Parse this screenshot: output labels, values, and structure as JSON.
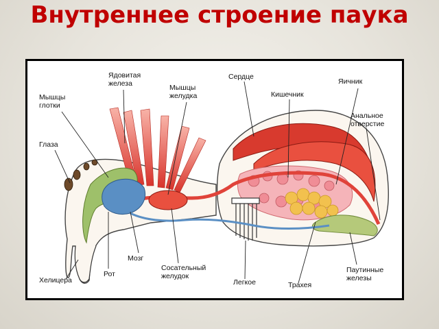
{
  "title": "Внутреннее строение паука",
  "labels": {
    "venom_gland": "Ядовитая\nжелеза",
    "pharynx_muscles": "Мышцы\nглотки",
    "stomach_muscles": "Мышцы\nжелудка",
    "heart": "Сердце",
    "intestine": "Кишечник",
    "ovary": "Яичник",
    "anus": "Анальное\nотверстие",
    "eyes": "Глаза",
    "brain": "Мозг",
    "mouth": "Рот",
    "sucking_stomach": "Сосательный\nжелудок",
    "chelicera": "Хелицера",
    "lung": "Легкое",
    "trachea": "Трахея",
    "spinnerets": "Паутинные\nжелезы"
  },
  "colors": {
    "title": "#c00000",
    "muscle": "#e0433a",
    "organ_green": "#8fb35a",
    "organ_blue": "#5a8fc4",
    "yolk": "#f2c14e",
    "outline": "#333333"
  }
}
